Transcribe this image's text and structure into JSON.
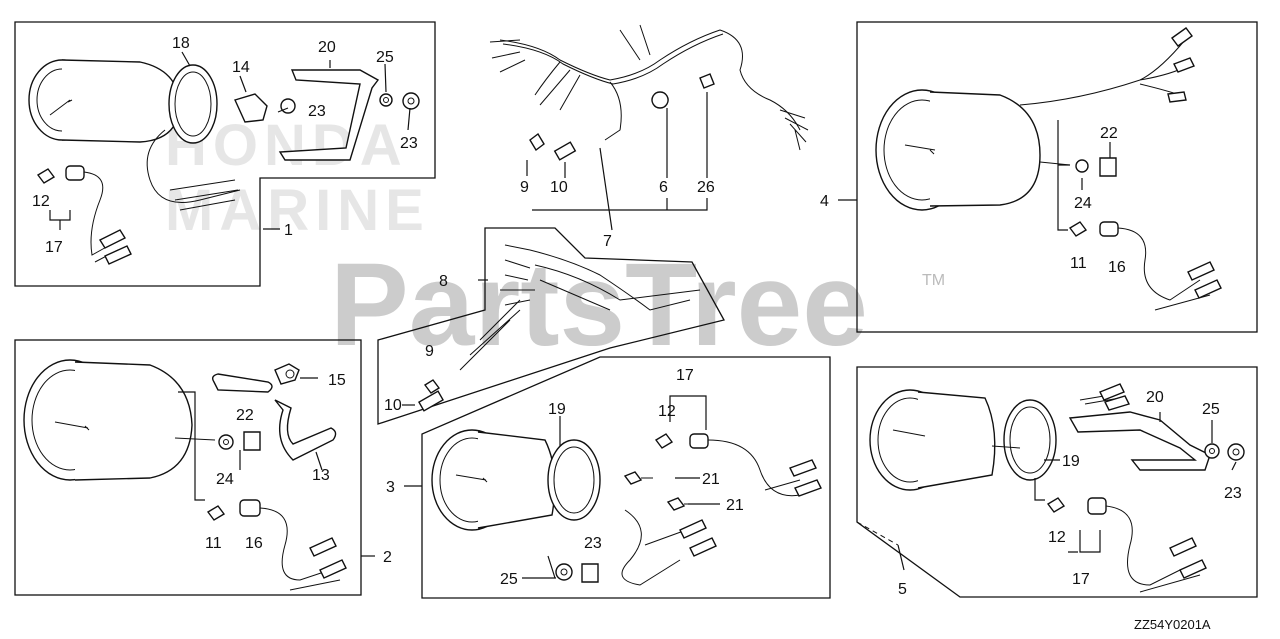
{
  "watermark": {
    "brand": "PartsTree",
    "tm": "TM",
    "faint_line1": "HONDA",
    "faint_line2": "MARINE"
  },
  "diagram_code": "ZZ54Y0201A",
  "callouts": {
    "a18": "18",
    "a20": "20",
    "a14": "14",
    "a25": "25",
    "a23a": "23",
    "a23b": "23",
    "a12": "12",
    "a17": "17",
    "a1": "1",
    "b9": "9",
    "b10": "10",
    "b6": "6",
    "b26": "26",
    "b7": "7",
    "c8": "8",
    "c9": "9",
    "c10": "10",
    "d4": "4",
    "d22": "22",
    "d24": "24",
    "d11": "11",
    "d16": "16",
    "e15": "15",
    "e22": "22",
    "e13": "13",
    "e24": "24",
    "e11": "11",
    "e16": "16",
    "e2": "2",
    "f3": "3",
    "f17": "17",
    "f12": "12",
    "f19": "19",
    "f21a": "21",
    "f21b": "21",
    "f23": "23",
    "f25": "25",
    "g20": "20",
    "g25": "25",
    "g19": "19",
    "g23": "23",
    "g12": "12",
    "g17": "17",
    "g5": "5"
  }
}
